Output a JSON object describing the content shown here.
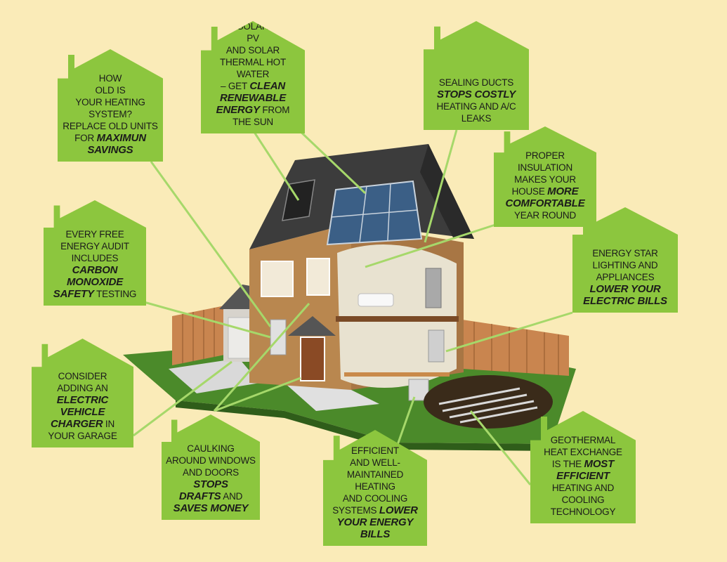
{
  "callouts": [
    {
      "id": "heating-system",
      "lines": [
        [
          {
            "t": "How"
          }
        ],
        [
          {
            "t": "old is"
          }
        ],
        [
          {
            "t": "your heating"
          }
        ],
        [
          {
            "t": "system?"
          }
        ],
        [
          {
            "t": "Replace old units"
          }
        ],
        [
          {
            "t": "for "
          },
          {
            "t": "maximun",
            "b": true
          }
        ],
        [
          {
            "t": "savings",
            "b": true
          }
        ]
      ]
    },
    {
      "id": "solar",
      "lines": [
        [
          {
            "t": "Solar"
          }
        ],
        [
          {
            "t": "PV"
          }
        ],
        [
          {
            "t": "and solar"
          }
        ],
        [
          {
            "t": "thermal hot water"
          }
        ],
        [
          {
            "t": "– get "
          },
          {
            "t": "clean",
            "b": true
          }
        ],
        [
          {
            "t": "renewable",
            "b": true
          }
        ],
        [
          {
            "t": "energy",
            "b": true
          },
          {
            "t": " from"
          }
        ],
        [
          {
            "t": "the sun"
          }
        ]
      ]
    },
    {
      "id": "sealing-ducts",
      "lines": [
        [
          {
            "t": "Sealing ducts"
          }
        ],
        [
          {
            "t": "stops costly",
            "b": true
          }
        ],
        [
          {
            "t": "heating and A/C"
          }
        ],
        [
          {
            "t": "leaks"
          }
        ]
      ]
    },
    {
      "id": "insulation",
      "lines": [
        [
          {
            "t": "Proper"
          }
        ],
        [
          {
            "t": "insulation"
          }
        ],
        [
          {
            "t": "makes your"
          }
        ],
        [
          {
            "t": "house "
          },
          {
            "t": "more",
            "b": true
          }
        ],
        [
          {
            "t": "comfortable",
            "b": true
          }
        ],
        [
          {
            "t": "year round"
          }
        ]
      ]
    },
    {
      "id": "energy-audit",
      "lines": [
        [
          {
            "t": "Every free"
          }
        ],
        [
          {
            "t": "energy audit"
          }
        ],
        [
          {
            "t": "includes"
          }
        ],
        [
          {
            "t": "carbon",
            "b": true
          }
        ],
        [
          {
            "t": "monoxide",
            "b": true
          }
        ],
        [
          {
            "t": "safety",
            "b": true
          },
          {
            "t": " testing"
          }
        ]
      ]
    },
    {
      "id": "energy-star",
      "lines": [
        [
          {
            "t": "Energy Star"
          }
        ],
        [
          {
            "t": "lighting and"
          }
        ],
        [
          {
            "t": "appliances"
          }
        ],
        [
          {
            "t": "lower your",
            "b": true
          }
        ],
        [
          {
            "t": "electric bills",
            "b": true
          }
        ]
      ]
    },
    {
      "id": "electric-vehicle",
      "lines": [
        [
          {
            "t": "Consider"
          }
        ],
        [
          {
            "t": "adding an"
          }
        ],
        [
          {
            "t": "electric",
            "b": true
          }
        ],
        [
          {
            "t": "vehicle",
            "b": true
          }
        ],
        [
          {
            "t": "charger",
            "b": true
          },
          {
            "t": " in"
          }
        ],
        [
          {
            "t": "your garage"
          }
        ]
      ]
    },
    {
      "id": "caulking",
      "lines": [
        [
          {
            "t": "Caulking"
          }
        ],
        [
          {
            "t": "around windows"
          }
        ],
        [
          {
            "t": "and doors "
          },
          {
            "t": "stops",
            "b": true
          }
        ],
        [
          {
            "t": "drafts",
            "b": true
          },
          {
            "t": " and"
          }
        ],
        [
          {
            "t": "saves money",
            "b": true
          }
        ]
      ]
    },
    {
      "id": "efficient-hvac",
      "lines": [
        [
          {
            "t": "Efficient"
          }
        ],
        [
          {
            "t": "and well-"
          }
        ],
        [
          {
            "t": "maintained heating"
          }
        ],
        [
          {
            "t": "and cooling"
          }
        ],
        [
          {
            "t": "systems "
          },
          {
            "t": "lower",
            "b": true
          }
        ],
        [
          {
            "t": "your energy",
            "b": true
          }
        ],
        [
          {
            "t": "bills",
            "b": true
          }
        ]
      ]
    },
    {
      "id": "geothermal",
      "lines": [
        [
          {
            "t": "Geothermal"
          }
        ],
        [
          {
            "t": "heat exchange"
          }
        ],
        [
          {
            "t": "is the "
          },
          {
            "t": "most",
            "b": true
          }
        ],
        [
          {
            "t": "efficient",
            "b": true
          }
        ],
        [
          {
            "t": "heating and"
          }
        ],
        [
          {
            "t": "cooling"
          }
        ],
        [
          {
            "t": "technology"
          }
        ]
      ]
    }
  ]
}
